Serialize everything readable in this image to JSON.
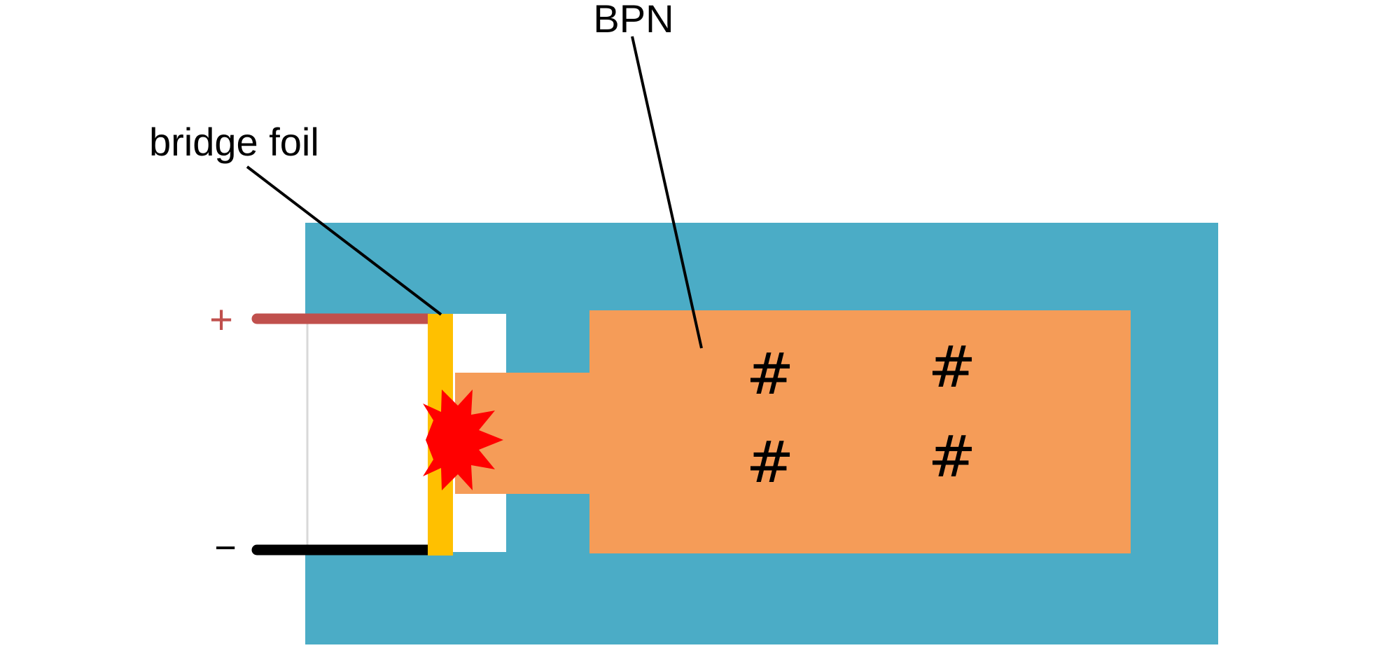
{
  "labels": {
    "bpn": "BPN",
    "bridge_foil": "bridge foil",
    "positive_terminal": "+",
    "negative_terminal": "−"
  },
  "markers": {
    "symbol": "#",
    "count": 4
  },
  "colors": {
    "casing": "#4BACC6",
    "bpn_charge": "#F59C58",
    "bridge_foil": "#FFC000",
    "spark": "#FF0000",
    "positive_lead": "#C0504D",
    "negative_lead": "#000000",
    "cavity": "#FFFFFF",
    "leader_line": "#000000"
  },
  "icons": {
    "ignition": "spark-burst-icon"
  }
}
